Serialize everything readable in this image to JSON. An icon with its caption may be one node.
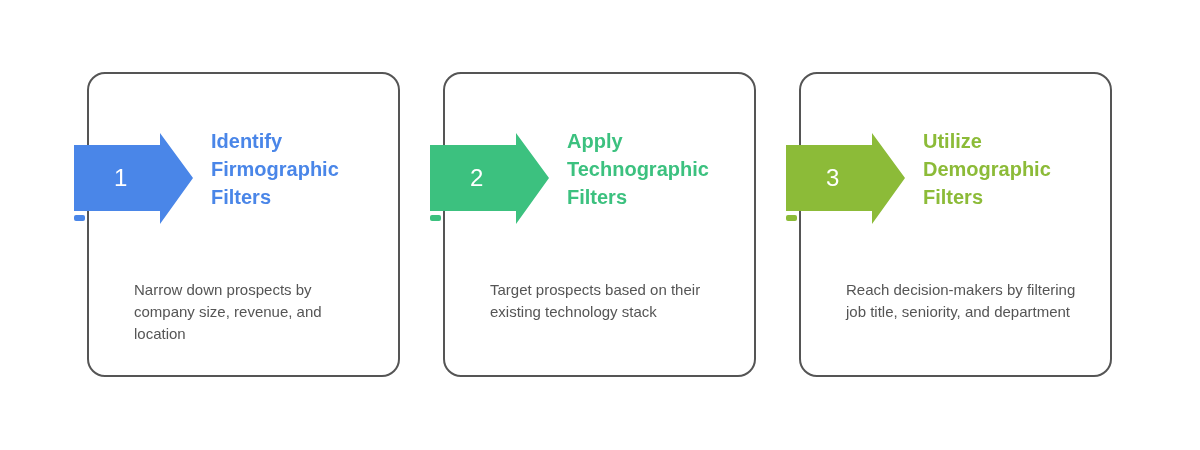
{
  "diagram": {
    "nodes": [
      {
        "text": [
          "Identify Firmographic Filters",
          "Narrow down prospects by company size, revenue, and location"
        ]
      },
      {
        "text": [
          "1"
        ]
      },
      {
        "text": [
          "Apply Technographic Filters",
          "Target prospects based on their existing technology stack"
        ]
      },
      {
        "text": [
          "2"
        ]
      },
      {
        "text": [
          "Utilize Demographic Filters",
          "Reach decision-makers by filtering job title, seniority, and department"
        ]
      },
      {
        "text": [
          "3"
        ]
      }
    ]
  }
}
